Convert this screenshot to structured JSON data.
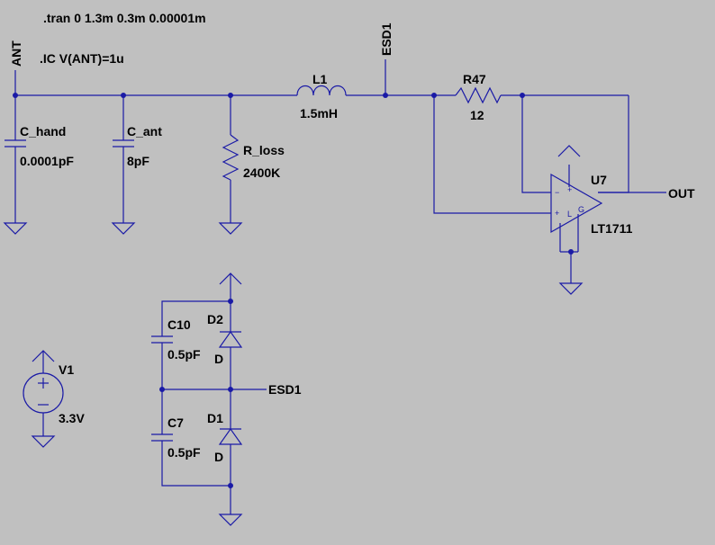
{
  "directives": {
    "tran": ".tran 0 1.3m 0.3m 0.00001m",
    "ic": ".IC V(ANT)=1u"
  },
  "nets": {
    "ant": "ANT",
    "esd1_top": "ESD1",
    "esd1_right": "ESD1",
    "out": "OUT"
  },
  "components": {
    "c_hand": {
      "name": "C_hand",
      "value": "0.0001pF"
    },
    "c_ant": {
      "name": "C_ant",
      "value": "8pF"
    },
    "r_loss": {
      "name": "R_loss",
      "value": "2400K"
    },
    "l1": {
      "name": "L1",
      "value": "1.5mH"
    },
    "r47": {
      "name": "R47",
      "value": "12"
    },
    "u7": {
      "name": "U7",
      "value": "LT1711"
    },
    "c10": {
      "name": "C10",
      "value": "0.5pF"
    },
    "c7": {
      "name": "C7",
      "value": "0.5pF"
    },
    "d2": {
      "name": "D2",
      "value": "D"
    },
    "d1": {
      "name": "D1",
      "value": "D"
    },
    "v1": {
      "name": "V1",
      "value": "3.3V"
    }
  },
  "opamp_pins": {
    "minus": "−",
    "plus": "+",
    "l": "L",
    "g": "G"
  },
  "colors": {
    "background": "#c0c0c0",
    "wire": "#1a1aa6",
    "text": "#000000"
  }
}
